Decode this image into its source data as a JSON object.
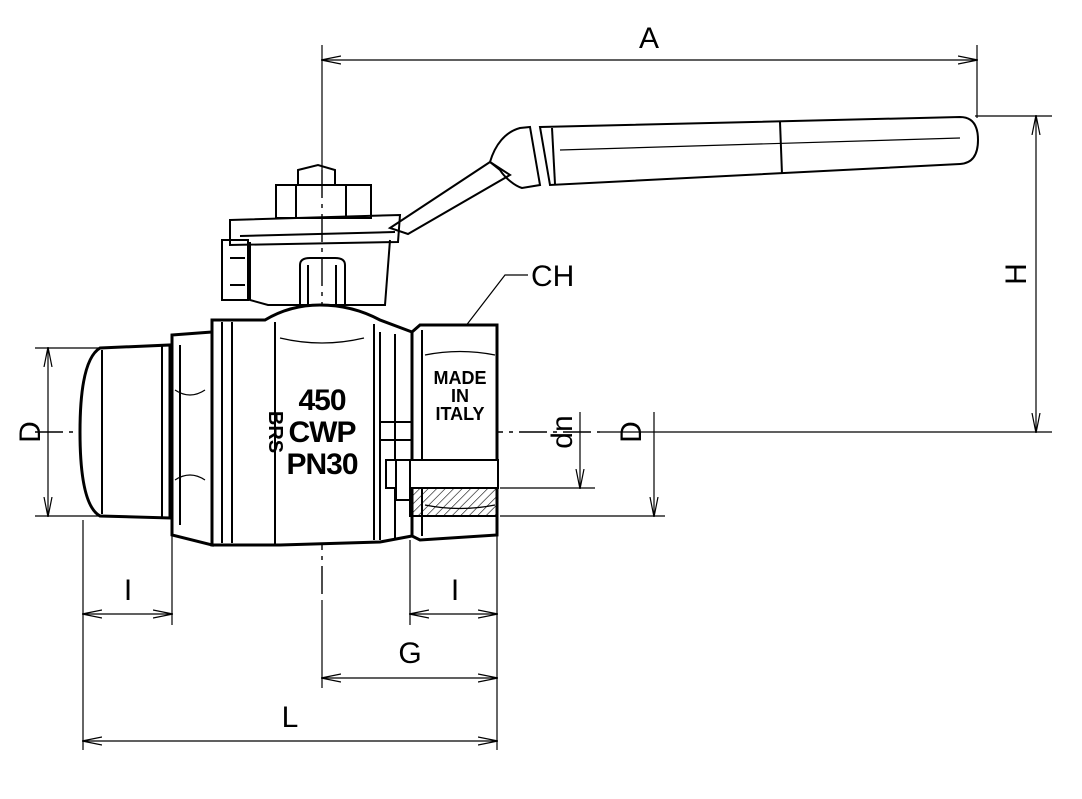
{
  "dimensions": {
    "A": "A",
    "H": "H",
    "CH": "CH",
    "D_left": "D",
    "D_right": "D",
    "dn": "dn",
    "I_left": "I",
    "I_right": "I",
    "G": "G",
    "L": "L"
  },
  "body_marking": {
    "line1": "450",
    "line2": "CWP",
    "line3": "PN30",
    "brand": "BRS"
  },
  "nut_marking": {
    "line1": "MADE",
    "line2": "IN",
    "line3": "ITALY"
  }
}
